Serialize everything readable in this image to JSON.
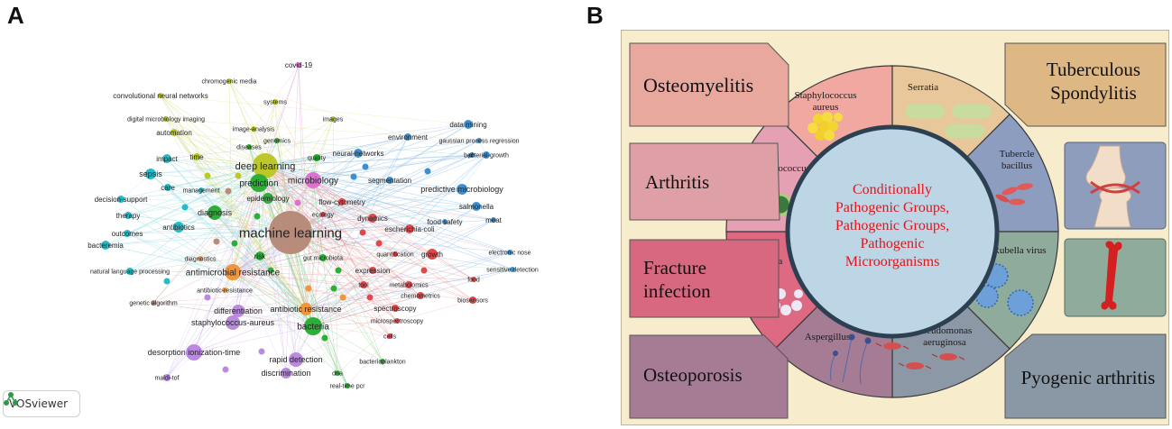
{
  "panel_a": {
    "letter": "A",
    "badge_label": "VOSviewer",
    "terms": [
      {
        "label": "covid-19",
        "cluster": "pink"
      },
      {
        "label": "chromogenic media",
        "cluster": "yellow"
      },
      {
        "label": "convolutional neural networks",
        "cluster": "yellow"
      },
      {
        "label": "systems",
        "cluster": "yellow"
      },
      {
        "label": "digital microbiology imaging",
        "cluster": "yellow"
      },
      {
        "label": "images",
        "cluster": "yellow"
      },
      {
        "label": "automation",
        "cluster": "yellow"
      },
      {
        "label": "image-analysis",
        "cluster": "yellow"
      },
      {
        "label": "environment",
        "cluster": "blue"
      },
      {
        "label": "data mining",
        "cluster": "blue"
      },
      {
        "label": "genomics",
        "cluster": "green"
      },
      {
        "label": "gaussian process regression",
        "cluster": "blue"
      },
      {
        "label": "diseases",
        "cluster": "green"
      },
      {
        "label": "neural-networks",
        "cluster": "blue"
      },
      {
        "label": "time",
        "cluster": "yellow"
      },
      {
        "label": "quality",
        "cluster": "green"
      },
      {
        "label": "impact",
        "cluster": "cyan"
      },
      {
        "label": "ph",
        "cluster": "blue"
      },
      {
        "label": "bacterial-growth",
        "cluster": "blue"
      },
      {
        "label": "deep learning",
        "cluster": "yellow"
      },
      {
        "label": "sepsis",
        "cluster": "cyan"
      },
      {
        "label": "segmentation",
        "cluster": "blue"
      },
      {
        "label": "care",
        "cluster": "cyan"
      },
      {
        "label": "microbiology",
        "cluster": "pink"
      },
      {
        "label": "prediction",
        "cluster": "green"
      },
      {
        "label": "predictive microbiology",
        "cluster": "blue"
      },
      {
        "label": "management",
        "cluster": "cyan"
      },
      {
        "label": "decision-support",
        "cluster": "cyan"
      },
      {
        "label": "epidemiology",
        "cluster": "green"
      },
      {
        "label": "flow-cytometry",
        "cluster": "red"
      },
      {
        "label": "diagnosis",
        "cluster": "green"
      },
      {
        "label": "therapy",
        "cluster": "cyan"
      },
      {
        "label": "ecology",
        "cluster": "red"
      },
      {
        "label": "dynamics",
        "cluster": "red"
      },
      {
        "label": "salmonella",
        "cluster": "blue"
      },
      {
        "label": "food safety",
        "cluster": "blue"
      },
      {
        "label": "meat",
        "cluster": "blue"
      },
      {
        "label": "antibiotics",
        "cluster": "cyan"
      },
      {
        "label": "machine learning",
        "cluster": "brown"
      },
      {
        "label": "escherichia-coli",
        "cluster": "red"
      },
      {
        "label": "outcomes",
        "cluster": "cyan"
      },
      {
        "label": "bacteremia",
        "cluster": "cyan"
      },
      {
        "label": "risk",
        "cluster": "green"
      },
      {
        "label": "quantification",
        "cluster": "red"
      },
      {
        "label": "growth",
        "cluster": "red"
      },
      {
        "label": "gut microbiota",
        "cluster": "green"
      },
      {
        "label": "electronic nose",
        "cluster": "blue"
      },
      {
        "label": "diagnostics",
        "cluster": "orange"
      },
      {
        "label": "antimicrobial resistance",
        "cluster": "orange"
      },
      {
        "label": "natural language processing",
        "cluster": "cyan"
      },
      {
        "label": "expression",
        "cluster": "red"
      },
      {
        "label": "food",
        "cluster": "red"
      },
      {
        "label": "sensitive detection",
        "cluster": "blue"
      },
      {
        "label": "tool",
        "cluster": "red"
      },
      {
        "label": "metabolomics",
        "cluster": "red"
      },
      {
        "label": "antibiotic-resistance",
        "cluster": "orange"
      },
      {
        "label": "chemometrics",
        "cluster": "red"
      },
      {
        "label": "biosensors",
        "cluster": "red"
      },
      {
        "label": "genetic algorithm",
        "cluster": "brown"
      },
      {
        "label": "antibiotic resistance",
        "cluster": "orange"
      },
      {
        "label": "differentiation",
        "cluster": "purple"
      },
      {
        "label": "spectroscopy",
        "cluster": "red"
      },
      {
        "label": "staphylococcus-aureus",
        "cluster": "purple"
      },
      {
        "label": "bacteria",
        "cluster": "green"
      },
      {
        "label": "microspectroscopy",
        "cluster": "red"
      },
      {
        "label": "cells",
        "cluster": "red"
      },
      {
        "label": "desorption ionization-time",
        "cluster": "purple"
      },
      {
        "label": "bacterioplankton",
        "cluster": "green"
      },
      {
        "label": "rapid detection",
        "cluster": "purple"
      },
      {
        "label": "maldi-tof",
        "cluster": "purple"
      },
      {
        "label": "discrimination",
        "cluster": "purple"
      },
      {
        "label": "dna",
        "cluster": "green"
      },
      {
        "label": "real-time pcr",
        "cluster": "green"
      }
    ]
  },
  "panel_b": {
    "letter": "B",
    "center_text": [
      "Conditionally",
      "Pathogenic Groups,",
      "Pathogenic Groups,",
      "Pathogenic",
      "Microorganisms"
    ],
    "sectors": {
      "staphylococcus": [
        "Staphylococcus",
        "aureus"
      ],
      "serratia": [
        "Serratia"
      ],
      "tubercle": [
        "Tubercle",
        "bacillus"
      ],
      "rubella": [
        "Rubella virus"
      ],
      "pseudomonas": [
        "Pseudomonas",
        "aeruginosa"
      ],
      "aspergillus": [
        "Aspergillus"
      ],
      "candida": [
        "Candida"
      ],
      "streptococcus": [
        "Streptococcus"
      ]
    },
    "diseases": {
      "osteomyelitis": [
        "Osteomyelitis"
      ],
      "arthritis": [
        "Arthritis"
      ],
      "fracture_infection": [
        "Fracture",
        "infection"
      ],
      "osteoporosis": [
        "Osteoporosis"
      ],
      "tuberculous_spondylitis": [
        "Tuberculous",
        "Spondylitis"
      ],
      "pyogenic_arthritis": [
        "Pyogenic arthritis"
      ]
    },
    "colors": {
      "background": "#f7eccb",
      "center": "#bcd6e6",
      "center_text": "#e0161d",
      "osteomyelitis": "#e9a89e",
      "arthritis": "#dea0a6",
      "fracture": "#d86880",
      "osteoporosis": "#a67c95",
      "tuberculous": "#ddb784",
      "pyogenic": "#8a98a6",
      "knee_box": "#8d9dbb",
      "bone_box": "#8fab9b"
    }
  }
}
